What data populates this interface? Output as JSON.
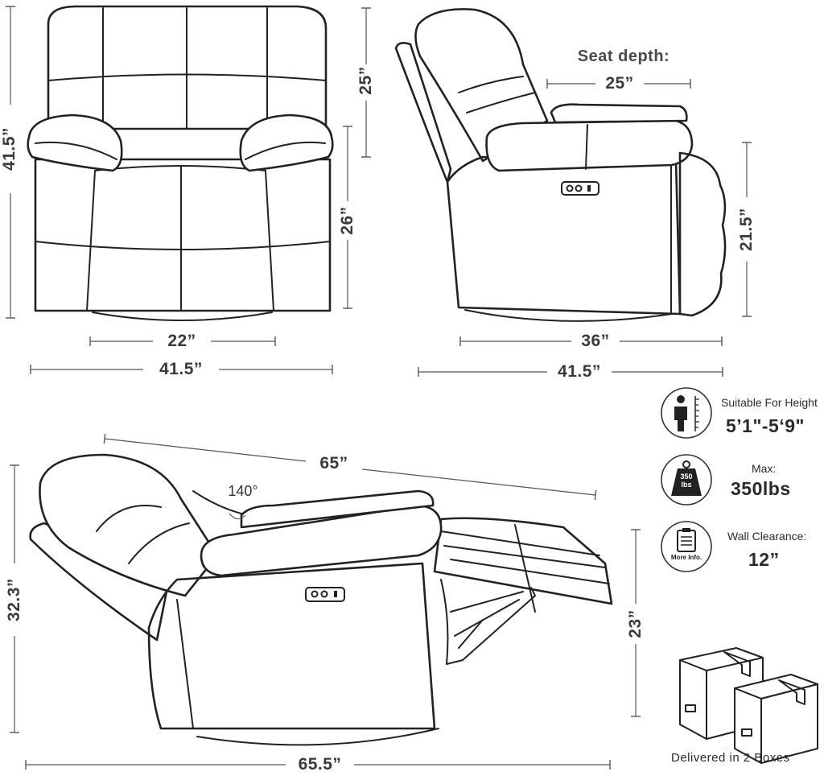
{
  "front_view": {
    "total_height": "41.5”",
    "back_height": "25”",
    "seat_height": "26”",
    "seat_width": "22”",
    "total_width": "41.5”"
  },
  "side_view": {
    "seat_depth_title": "Seat depth:",
    "seat_depth": "25”",
    "arm_height": "21.5”",
    "base_depth": "36”",
    "total_depth": "41.5”"
  },
  "reclined_view": {
    "extended_length": "65”",
    "recline_angle": "140°",
    "reclined_height": "32.3”",
    "footrest_height": "23”",
    "total_length": "65.5”"
  },
  "specs": [
    {
      "icon": "person-height-icon",
      "caption": "Suitable For Height",
      "value": "5’1\"-5‘9\""
    },
    {
      "icon": "weight-icon",
      "icon_text": "350\nlbs",
      "caption": "Max:",
      "value": "350lbs"
    },
    {
      "icon": "clipboard-icon",
      "icon_text": "More Info.",
      "caption": "Wall Clearance:",
      "value": "12”"
    }
  ],
  "delivery": "Delivered in 2 Boxes",
  "colors": {
    "line": "#222222",
    "text": "#3a3a3a",
    "background": "#ffffff"
  }
}
